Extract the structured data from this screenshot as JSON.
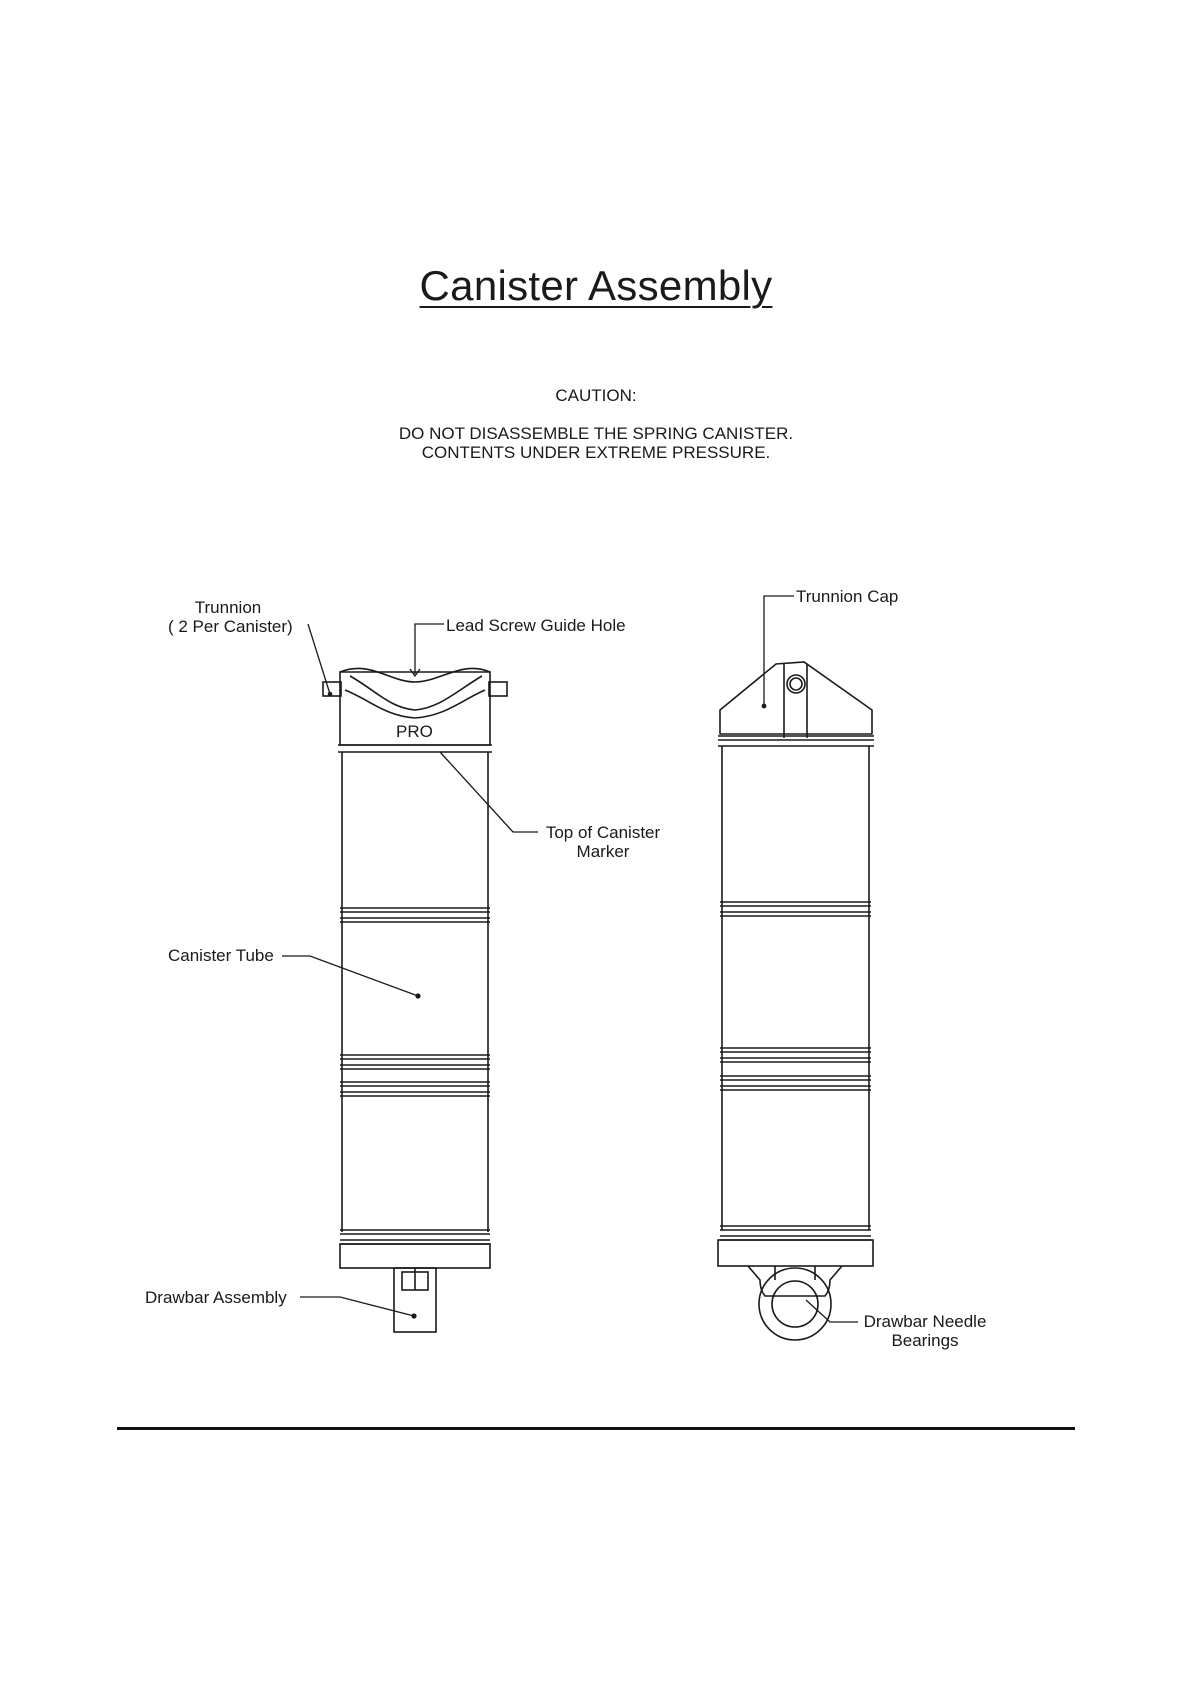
{
  "title": "Canister Assembly",
  "caution": {
    "heading": "CAUTION:",
    "line1": "DO NOT DISASSEMBLE THE SPRING CANISTER.",
    "line2": "CONTENTS UNDER EXTREME PRESSURE."
  },
  "labels": {
    "trunnion_line1": "Trunnion",
    "trunnion_line2": "( 2 Per Canister)",
    "lead_screw_guide_hole": "Lead Screw Guide Hole",
    "pro_marker": "PRO",
    "top_of_canister_line1": "Top of Canister",
    "top_of_canister_line2": "Marker",
    "canister_tube": "Canister Tube",
    "drawbar_assembly": "Drawbar Assembly",
    "trunnion_cap": "Trunnion Cap",
    "drawbar_needle_line1": "Drawbar Needle",
    "drawbar_needle_line2": "Bearings"
  }
}
